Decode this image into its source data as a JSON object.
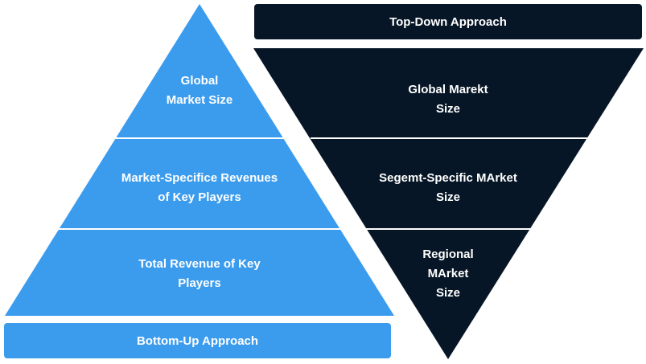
{
  "colors": {
    "bottom_up": "#3b9cee",
    "top_down": "#071626",
    "divider": "#ffffff"
  },
  "bottom_up": {
    "title": "Bottom-Up Approach",
    "levels": [
      "Global\nMarket Size",
      "Market-Specifice Revenues\nof Key Players",
      "Total Revenue of Key\nPlayers"
    ]
  },
  "top_down": {
    "title": "Top-Down Approach",
    "levels": [
      "Global Marekt\nSize",
      "Segemt-Specific MArket\nSize",
      "Regional\nMArket\nSize"
    ]
  }
}
